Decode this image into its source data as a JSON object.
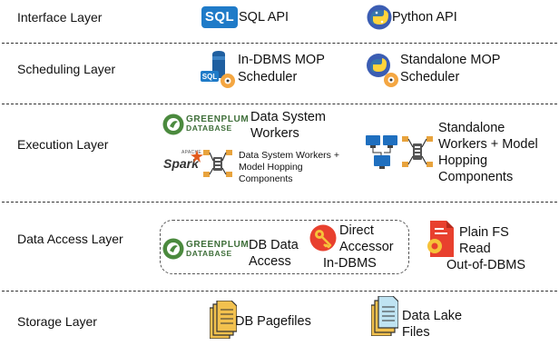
{
  "layers": {
    "interface": "Interface Layer",
    "scheduling": "Scheduling Layer",
    "execution": "Execution Layer",
    "data_access": "Data Access Layer",
    "storage": "Storage Layer"
  },
  "interface": {
    "sql_api": "SQL API",
    "python_api": "Python API",
    "sql_logo_text": "SQL"
  },
  "scheduling": {
    "in_dbms_line1": "In-DBMS MOP",
    "in_dbms_line2": "Scheduler",
    "standalone_line1": "Standalone MOP",
    "standalone_line2": "Scheduler"
  },
  "execution": {
    "greenplum_workers_line1": "Data System",
    "greenplum_workers_line2": "Workers",
    "spark_line1": "Data System Workers +",
    "spark_line2": "Model Hopping",
    "spark_line3": "Components",
    "spark_logo_text": "Spark",
    "spark_logo_small": "APACHE",
    "standalone_line1": "Standalone",
    "standalone_line2": "Workers + Model",
    "standalone_line3": "Hopping",
    "standalone_line4": "Components"
  },
  "greenplum": {
    "title": "GREENPLUM",
    "subtitle": "DATABASE"
  },
  "data_access": {
    "db_line1": "DB Data",
    "db_line2": "Access",
    "direct_line1": "Direct",
    "direct_line2": "Accessor",
    "direct_line3": "In-DBMS",
    "plain_line1": "Plain FS",
    "plain_line2": "Read",
    "plain_line3": "Out-of-DBMS"
  },
  "storage": {
    "db_pagefiles": "DB Pagefiles",
    "data_lake_line1": "Data Lake",
    "data_lake_line2": "Files"
  }
}
